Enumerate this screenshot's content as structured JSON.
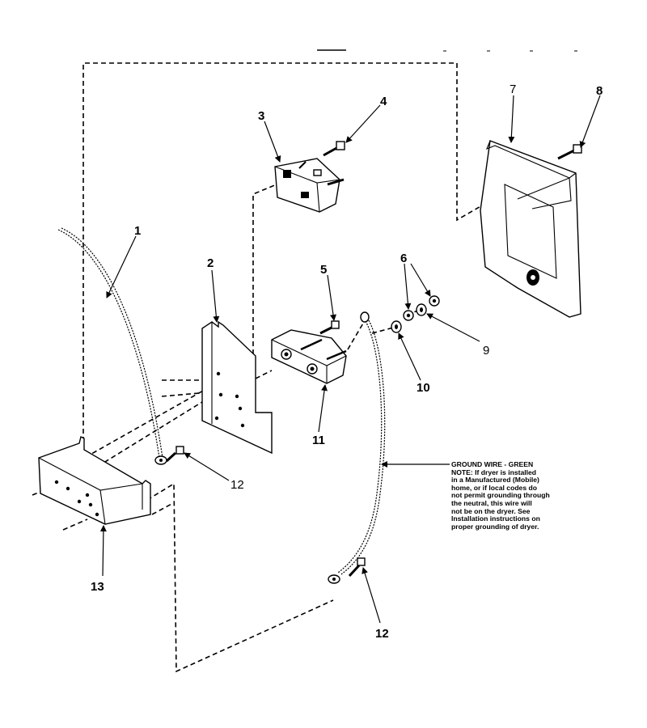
{
  "callouts": {
    "c1": "1",
    "c2": "2",
    "c3": "3",
    "c4": "4",
    "c5": "5",
    "c6": "6",
    "c7": "7",
    "c8": "8",
    "c9": "9",
    "c10": "10",
    "c11": "11",
    "c12a": "12",
    "c12b": "12",
    "c13": "13"
  },
  "note": {
    "lines": [
      "GROUND WIRE - GREEN",
      "NOTE: If dryer is installed",
      "in a Manufactured (Mobile)",
      "home, or if local codes do",
      "not permit grounding through",
      "the neutral, this wire will",
      "not be on the dryer. See",
      "Installation instructions on",
      "proper grounding of dryer."
    ]
  }
}
